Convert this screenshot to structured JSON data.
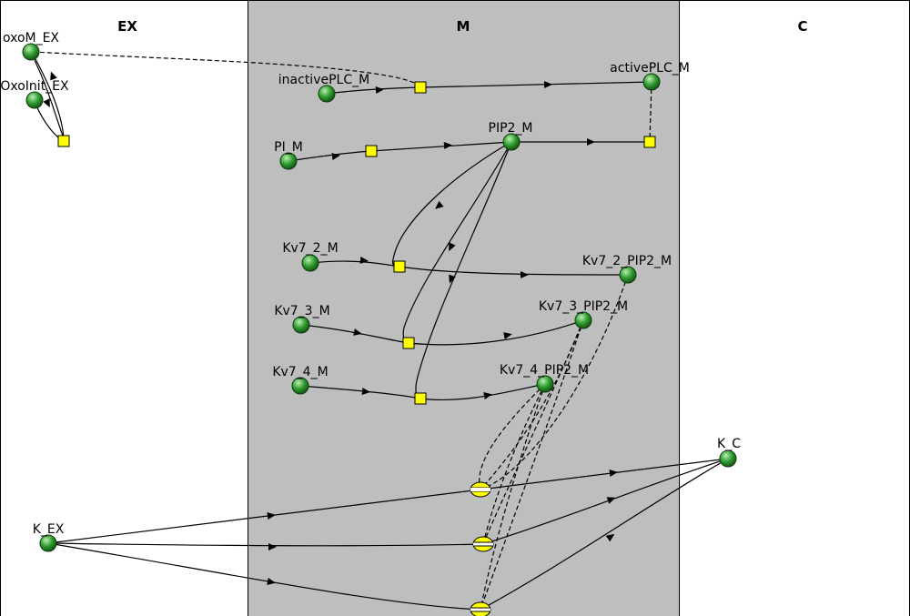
{
  "compartments": [
    {
      "id": "EX",
      "title": "EX",
      "fill": "#ffffff"
    },
    {
      "id": "M",
      "title": "M",
      "fill": "#bebebe"
    },
    {
      "id": "C",
      "title": "C",
      "fill": "#ffffff"
    }
  ],
  "species": [
    {
      "id": "oxoM_EX",
      "label": "oxoM_EX"
    },
    {
      "id": "OxoInit_EX",
      "label": "OxoInit_EX"
    },
    {
      "id": "inactivePLC_M",
      "label": "inactivePLC_M"
    },
    {
      "id": "activePLC_M",
      "label": "activePLC_M"
    },
    {
      "id": "PI_M",
      "label": "PI_M"
    },
    {
      "id": "PIP2_M",
      "label": "PIP2_M"
    },
    {
      "id": "Kv7_2_M",
      "label": "Kv7_2_M"
    },
    {
      "id": "Kv7_2_PIP2_M",
      "label": "Kv7_2_PIP2_M"
    },
    {
      "id": "Kv7_3_M",
      "label": "Kv7_3_M"
    },
    {
      "id": "Kv7_3_PIP2_M",
      "label": "Kv7_3_PIP2_M"
    },
    {
      "id": "Kv7_4_M",
      "label": "Kv7_4_M"
    },
    {
      "id": "Kv7_4_PIP2_M",
      "label": "Kv7_4_PIP2_M"
    },
    {
      "id": "K_EX",
      "label": "K_EX"
    },
    {
      "id": "K_C",
      "label": "K_C"
    }
  ],
  "reactions": [
    {
      "id": "R_oxo",
      "kind": "process"
    },
    {
      "id": "R_plc",
      "kind": "process"
    },
    {
      "id": "R_pip2",
      "kind": "process"
    },
    {
      "id": "R_hydrolysis",
      "kind": "process"
    },
    {
      "id": "R_kv72",
      "kind": "process"
    },
    {
      "id": "R_kv73",
      "kind": "process"
    },
    {
      "id": "R_kv74",
      "kind": "process"
    },
    {
      "id": "T_k1",
      "kind": "channel"
    },
    {
      "id": "T_k2",
      "kind": "channel"
    },
    {
      "id": "T_k3",
      "kind": "channel"
    }
  ],
  "colors": {
    "node_fill": "#2e9a2e",
    "node_highlight": "#b9f0b0",
    "node_stroke": "#0d3d0d",
    "reaction_fill": "#ffff00",
    "membrane": "#bebebe",
    "edge": "#000000"
  }
}
